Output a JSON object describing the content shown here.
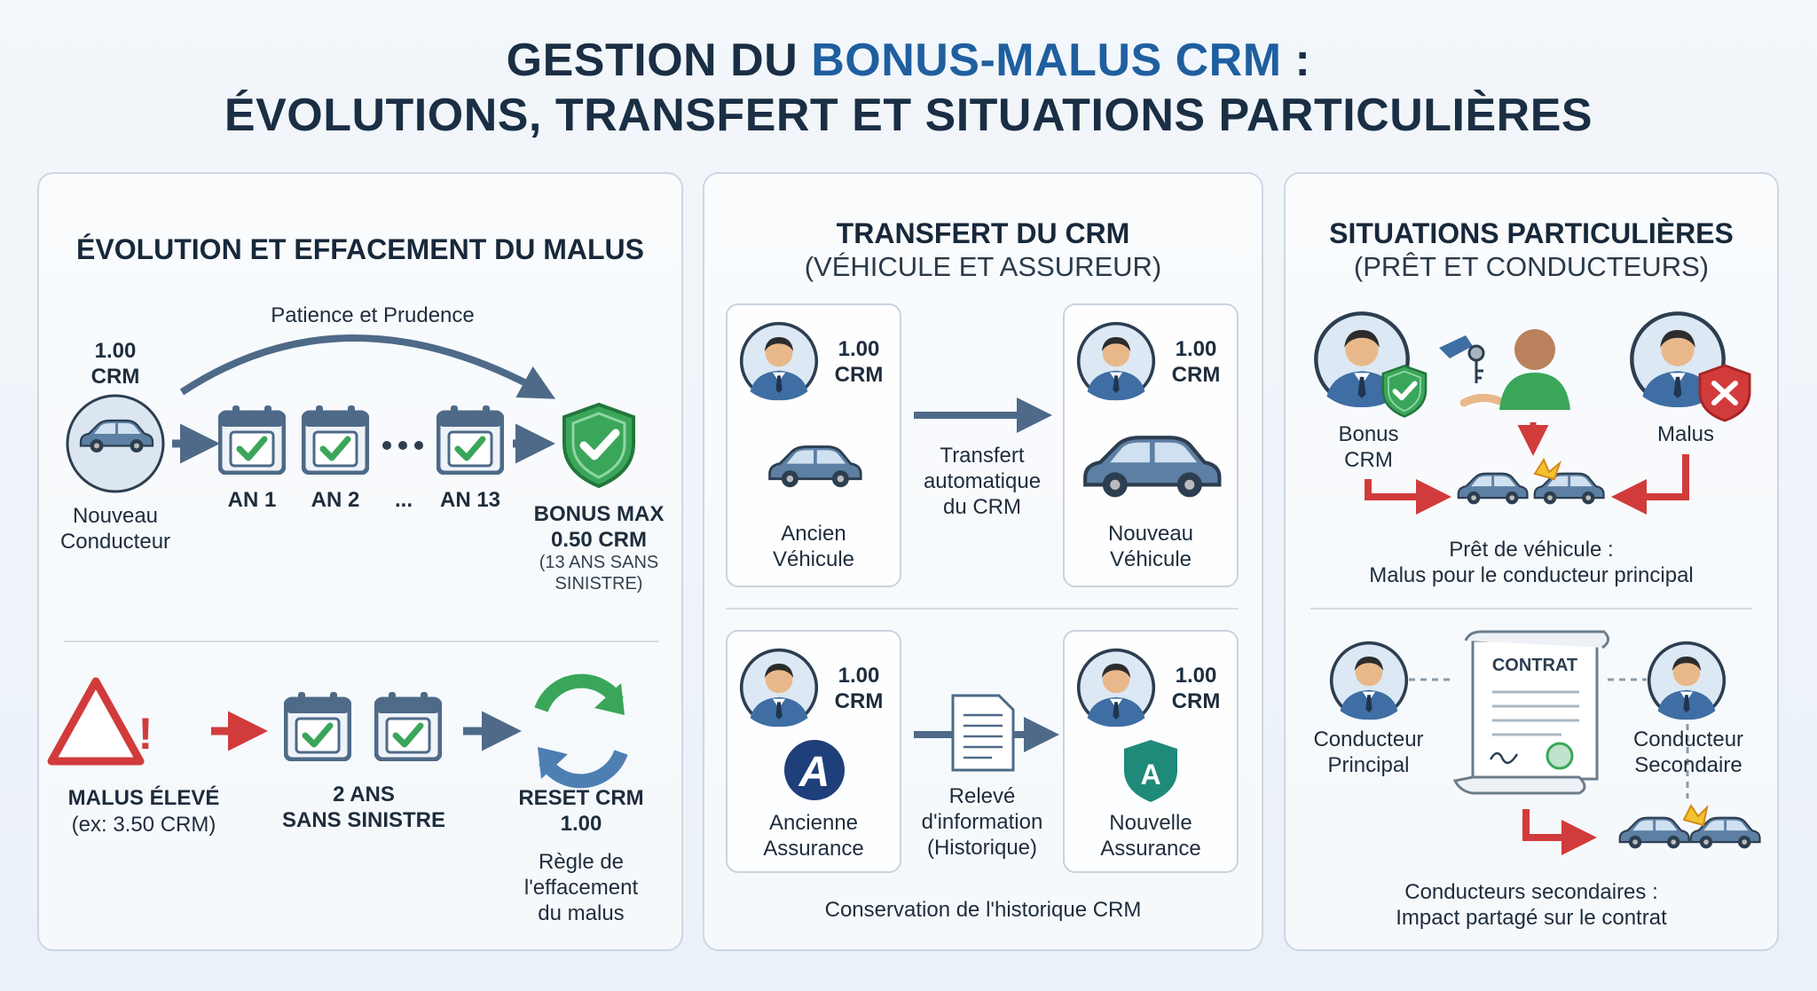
{
  "title": {
    "line1_a": "GESTION DU ",
    "line1_b": "BONUS-MALUS CRM",
    "line1_c": " :",
    "line2": "ÉVOLUTIONS, TRANSFERT ET SITUATIONS PARTICULIÈRES"
  },
  "panel1": {
    "heading": "ÉVOLUTION ET EFFACEMENT DU MALUS",
    "arc_label": "Patience et Prudence",
    "start_crm": "1.00\nCRM",
    "new_driver": "Nouveau\nConducteur",
    "years": [
      "AN 1",
      "AN 2",
      "...",
      "AN 13"
    ],
    "bonus_max": "BONUS MAX\n0.50 CRM",
    "bonus_note": "(13 ANS SANS\nSINISTRE)",
    "malus_title": "MALUS ÉLEVÉ",
    "malus_example": "(ex: 3.50 CRM)",
    "two_years": "2 ANS\nSANS SINISTRE",
    "reset": "RESET CRM\n1.00",
    "rule": "Règle de\nl'effacement\ndu malus"
  },
  "panel2": {
    "heading": "TRANSFERT DU CRM",
    "subheading": "(VÉHICULE ET ASSUREUR)",
    "crm": "1.00\nCRM",
    "old_vehicle": "Ancien\nVéhicule",
    "new_vehicle": "Nouveau\nVéhicule",
    "auto_transfer": "Transfert\nautomatique\ndu CRM",
    "old_insurer": "Ancienne\nAssurance",
    "new_insurer": "Nouvelle\nAssurance",
    "statement": "Relevé\nd'information\n(Historique)",
    "footer": "Conservation de l'historique CRM"
  },
  "panel3": {
    "heading": "SITUATIONS PARTICULIÈRES",
    "subheading": "(PRÊT ET CONDUCTEURS)",
    "bonus_crm": "Bonus\nCRM",
    "malus": "Malus",
    "loan": "Prêt de véhicule :\nMalus pour le conducteur principal",
    "contract": "CONTRAT",
    "main_driver": "Conducteur\nPrincipal",
    "second_driver": "Conducteur\nSecondaire",
    "secondary_note": "Conducteurs secondaires :\nImpact partagé sur le contrat"
  },
  "colors": {
    "accent": "#1f5fa0",
    "green": "#3aa65a",
    "red": "#d23b3b",
    "slate": "#4e6a88",
    "car_blue": "#5d7fa3",
    "car_red": "#d64a4a"
  }
}
